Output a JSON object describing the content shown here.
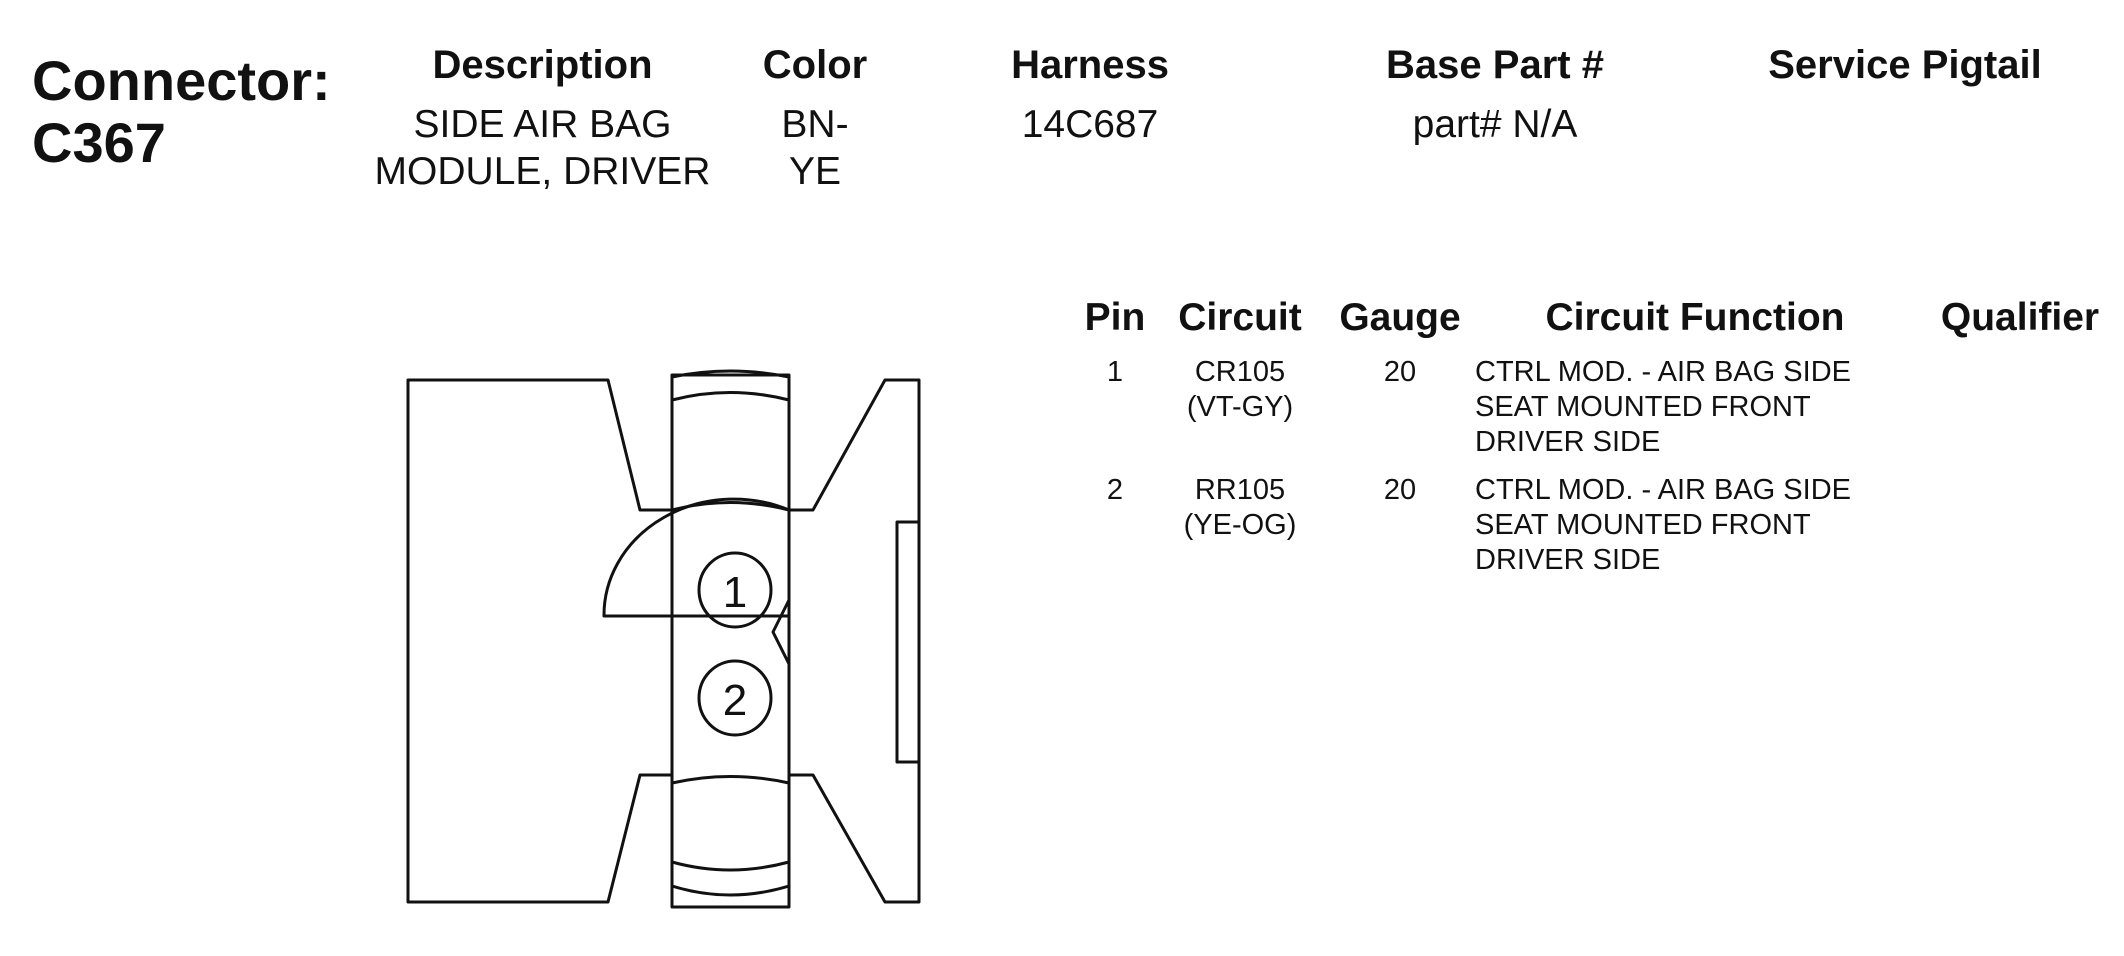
{
  "connector": {
    "label": "Connector:",
    "id": "C367"
  },
  "header": {
    "description_label": "Description",
    "color_label": "Color",
    "harness_label": "Harness",
    "base_part_label": "Base Part #",
    "service_pigtail_label": "Service Pigtail"
  },
  "values": {
    "description_lines": [
      "SIDE AIR BAG",
      "MODULE, DRIVER"
    ],
    "color_lines": [
      "BN-",
      "YE"
    ],
    "harness": "14C687",
    "base_part": "part# N/A",
    "service_pigtail": ""
  },
  "pin_table": {
    "headers": {
      "pin": "Pin",
      "circuit": "Circuit",
      "gauge": "Gauge",
      "function": "Circuit Function",
      "qualifier": "Qualifier"
    },
    "rows": [
      {
        "pin": "1",
        "circuit_lines": [
          "CR105",
          "(VT-GY)"
        ],
        "gauge": "20",
        "function_lines": [
          "CTRL MOD. - AIR BAG SIDE",
          "SEAT MOUNTED FRONT",
          "DRIVER SIDE"
        ],
        "qualifier": ""
      },
      {
        "pin": "2",
        "circuit_lines": [
          "RR105",
          "(YE-OG)"
        ],
        "gauge": "20",
        "function_lines": [
          "CTRL MOD. - AIR BAG SIDE",
          "SEAT MOUNTED FRONT",
          "DRIVER SIDE"
        ],
        "qualifier": ""
      }
    ]
  },
  "diagram": {
    "pin_labels": [
      "1",
      "2"
    ],
    "stroke_color": "#111111"
  }
}
